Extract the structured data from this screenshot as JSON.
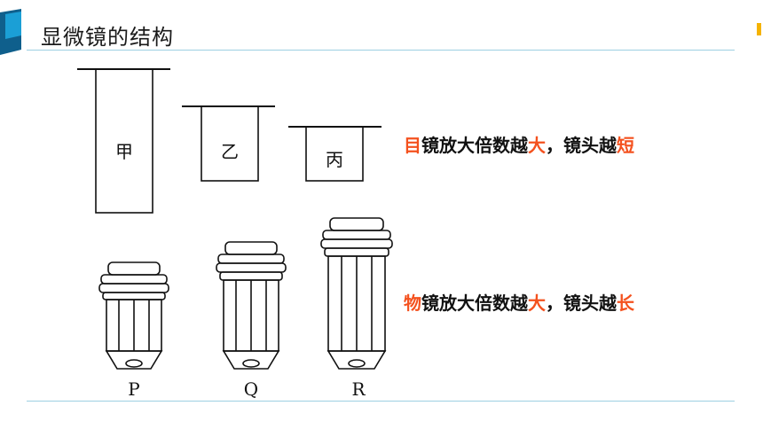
{
  "header": {
    "title": "显微镜的结构"
  },
  "colors": {
    "accent_blue": "#1b9fd6",
    "accent_dark": "#0f5f8c",
    "highlight": "#f4511e",
    "corner_yellow": "#f5b300"
  },
  "eyepieces": [
    {
      "label": "甲"
    },
    {
      "label": "乙"
    },
    {
      "label": "丙"
    }
  ],
  "objectives": [
    {
      "label": "P"
    },
    {
      "label": "Q"
    },
    {
      "label": "R"
    }
  ],
  "statements": {
    "eyepiece": {
      "part1": "目",
      "part2": "镜放大倍数越",
      "part3": "大",
      "part4": "，镜头越",
      "part5": "短"
    },
    "objective": {
      "part1": "物",
      "part2": "镜放大倍数越",
      "part3": "大",
      "part4": "，镜头越",
      "part5": "长"
    }
  }
}
